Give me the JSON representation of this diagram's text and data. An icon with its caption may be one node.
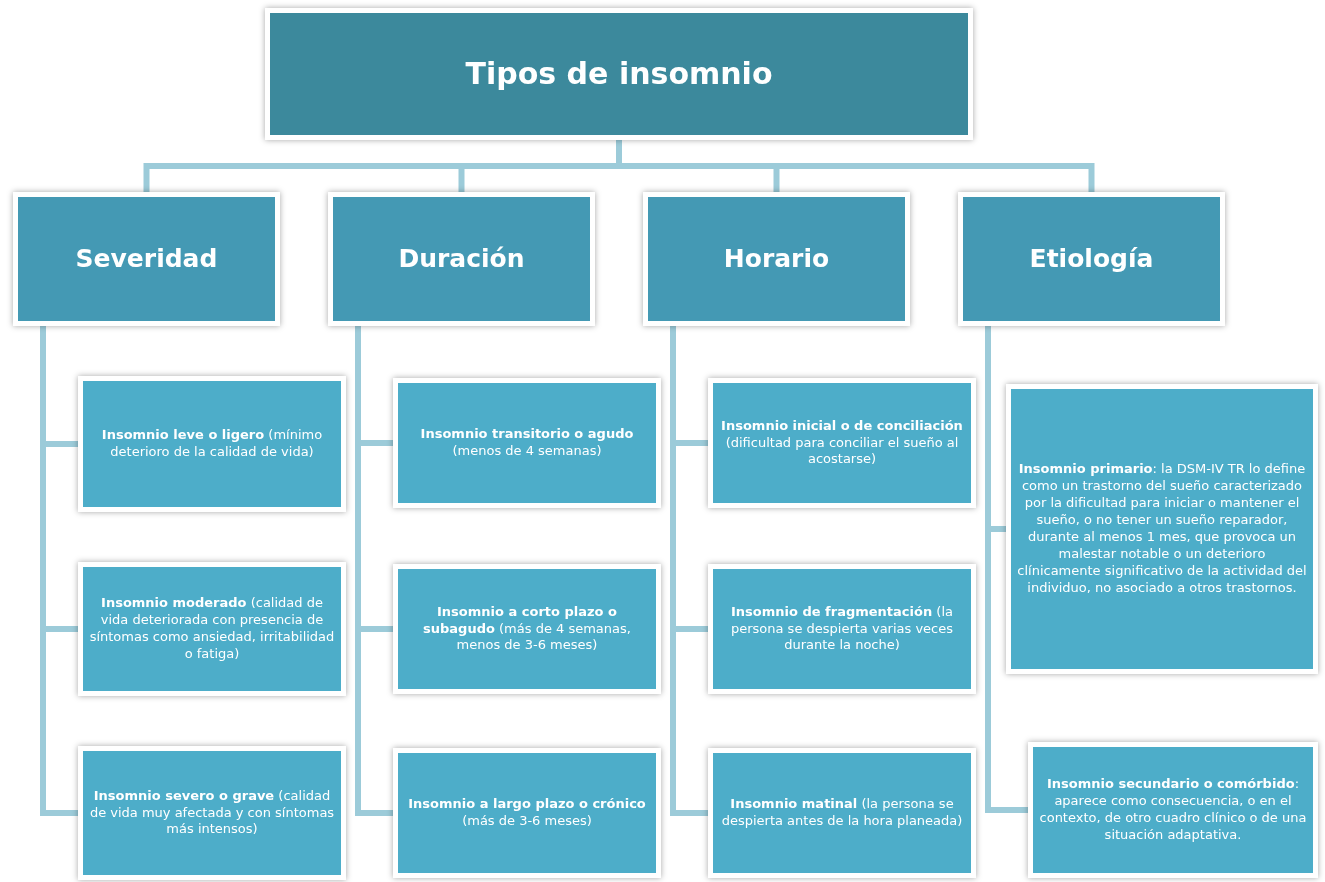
{
  "diagram": {
    "nodes": [
      {
        "text": [
          "Tipos de insomnio"
        ]
      },
      {
        "text": [
          "Severidad"
        ]
      },
      {
        "text": [
          "Duración"
        ]
      },
      {
        "text": [
          "Horario"
        ]
      },
      {
        "text": [
          "Etiología"
        ]
      },
      {
        "text": [
          "**Insomnio leve o ligero** (mínimo deterioro de la calidad de vida)"
        ]
      },
      {
        "text": [
          "**Insomnio moderado** (calidad de vida deteriorada con presencia de síntomas como ansiedad, irritabilidad o fatiga)"
        ]
      },
      {
        "text": [
          "**Insomnio severo o grave** (calidad de vida muy afectada y con síntomas más intensos)"
        ]
      },
      {
        "text": [
          "**Insomnio transitorio o agudo** (menos de 4 semanas)"
        ]
      },
      {
        "text": [
          "**Insomnio a corto plazo o subagudo** (más de 4 semanas, menos de 3-6 meses)"
        ]
      },
      {
        "text": [
          "**Insomnio a largo plazo o crónico** (más de 3-6 meses)"
        ]
      },
      {
        "text": [
          "**Insomnio inicial o de conciliación** (dificultad para conciliar el sueño al acostarse)"
        ]
      },
      {
        "text": [
          "**Insomnio de fragmentación** (la persona se despierta varias veces durante la noche)"
        ]
      },
      {
        "text": [
          "**Insomnio matinal** (la persona se despierta antes de la hora planeada)"
        ]
      },
      {
        "text": [
          "**Insomnio primario**: la DSM-IV TR lo define como un trastorno del sueño caracterizado por la dificultad para iniciar o mantener el sueño, o no tener un sueño reparador, durante al menos 1 mes, que provoca un malestar notable o un deterioro clínicamente significativo de la actividad del individuo, no asociado a otros trastornos."
        ]
      },
      {
        "text": [
          "**Insomnio secundario o comórbido**: aparece como consecuencia, o en el contexto, de otro cuadro clínico o de una situación adaptativa."
        ]
      }
    ],
    "edges": [
      {
        "from": 0,
        "to": 1,
        "arrow": "none"
      },
      {
        "from": 0,
        "to": 2,
        "arrow": "none"
      },
      {
        "from": 0,
        "to": 3,
        "arrow": "none"
      },
      {
        "from": 0,
        "to": 4,
        "arrow": "none"
      },
      {
        "from": 1,
        "to": 5,
        "arrow": "none"
      },
      {
        "from": 1,
        "to": 6,
        "arrow": "none"
      },
      {
        "from": 1,
        "to": 7,
        "arrow": "none"
      },
      {
        "from": 2,
        "to": 8,
        "arrow": "none"
      },
      {
        "from": 2,
        "to": 9,
        "arrow": "none"
      },
      {
        "from": 2,
        "to": 10,
        "arrow": "none"
      },
      {
        "from": 3,
        "to": 11,
        "arrow": "none"
      },
      {
        "from": 3,
        "to": 12,
        "arrow": "none"
      },
      {
        "from": 3,
        "to": 13,
        "arrow": "none"
      },
      {
        "from": 4,
        "to": 14,
        "arrow": "none"
      },
      {
        "from": 4,
        "to": 15,
        "arrow": "none"
      }
    ]
  }
}
